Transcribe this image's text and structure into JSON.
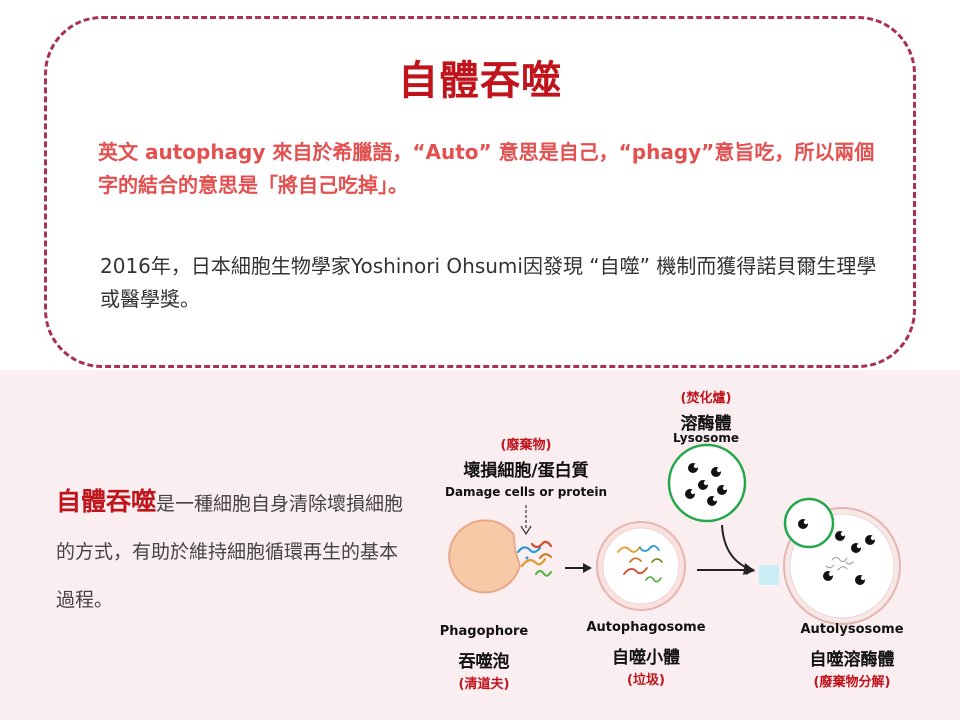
{
  "title": "自體吞噬",
  "intro": "英文 autophagy 來自於希臘語，“Auto” 意思是自己，“phagy”意旨吃，所以兩個字的結合的意思是「將自己吃掉」。",
  "fact": "2016年，日本細胞生物學家Yoshinori Ohsumi因發現 “自噬” 機制而獲得諾貝爾生理學或醫學獎。",
  "summary": {
    "highlight": "自體吞噬",
    "text": "是一種細胞自身清除壞損細胞的方式，有助於維持細胞循環再生的基本過程。"
  },
  "diagram": {
    "damage": {
      "tag": "(廢棄物)",
      "zh": "壞損細胞/蛋白質",
      "en": "Damage cells or protein"
    },
    "lysosome": {
      "tag": "(焚化爐)",
      "zh": "溶酶體",
      "en": "Lysosome"
    },
    "phagophore": {
      "en": "Phagophore",
      "zh": "吞噬泡",
      "tag": "(清道夫)"
    },
    "autophagosome": {
      "en": "Autophagosome",
      "zh": "自噬小體",
      "tag": "(垃圾)"
    },
    "autolysosome": {
      "en": "Autolysosome",
      "zh": "自噬溶酶體",
      "tag": "(廢棄物分解)"
    }
  },
  "colors": {
    "accent": "#c0141c",
    "intro_text": "#e3504f",
    "frame": "#a8305a",
    "band": "#fbeef0",
    "phagophore": "#f7c9a6"
  }
}
